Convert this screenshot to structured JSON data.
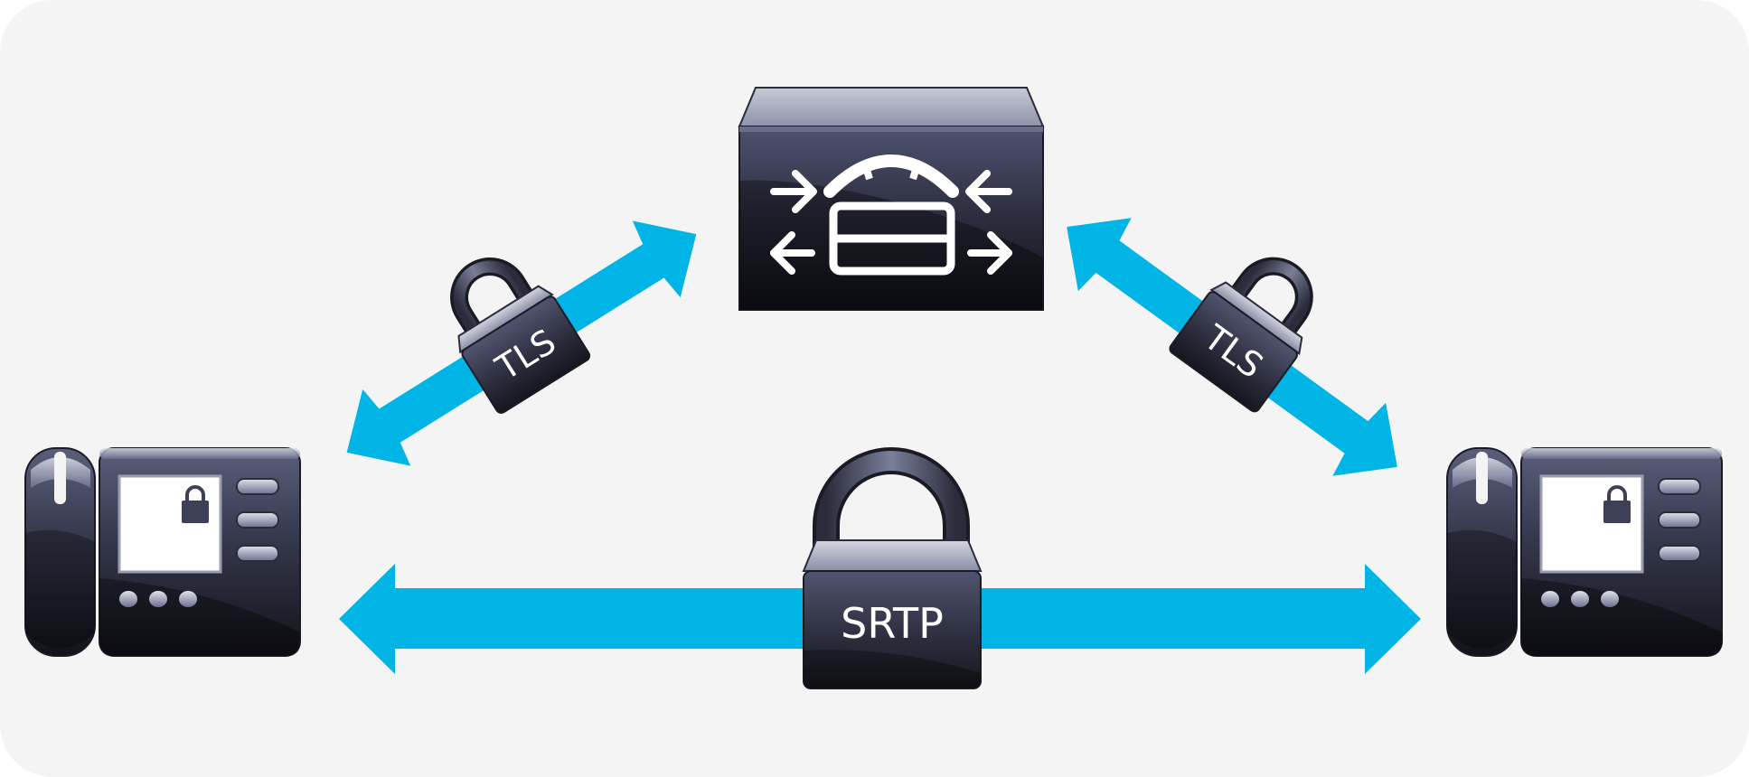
{
  "labels": {
    "tls_left": "TLS",
    "tls_right": "TLS",
    "srtp": "SRTP"
  },
  "icons": {
    "server": "call-manager-server-icon",
    "phone_left": "ip-phone-icon",
    "phone_right": "ip-phone-icon",
    "lock": "padlock-icon"
  },
  "colors": {
    "background": "#f4f4f5",
    "arrow": "#00b5e6",
    "device_body": "#3c3f56",
    "device_dark": "#14151c",
    "device_light": "#8c90a8",
    "lock_body": "#3d4057",
    "screen": "#ffffff",
    "text": "#ffffff"
  }
}
